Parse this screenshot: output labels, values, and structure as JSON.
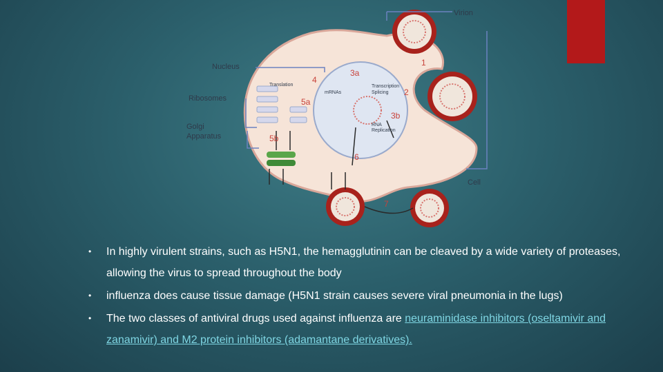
{
  "diagram": {
    "labels": {
      "virion": "Virion",
      "nucleus": "Nucleus",
      "ribosomes": "Ribosomes",
      "golgi_1": "Golgi",
      "golgi_2": "Apparatus",
      "cell": "Cell",
      "translation": "Translation",
      "mrnas": "mRNAs",
      "transcription": "Transcription",
      "splicing": "Splicing",
      "rna": "RNA",
      "replication": "Replication"
    },
    "steps": {
      "s1": "1",
      "s2": "2",
      "s3a": "3a",
      "s3b": "3b",
      "s4": "4",
      "s5a": "5a",
      "s5b": "5b",
      "s6": "6",
      "s7": "7"
    }
  },
  "bullets": [
    {
      "text": "In highly virulent strains, such as H5N1, the hemagglutinin can be cleaved by a wide variety of proteases, allowing the virus to spread throughout the body"
    },
    {
      "text": "influenza does cause tissue damage (H5N1 strain causes severe viral pneumonia in the lugs)"
    },
    {
      "text": "The two classes of antiviral drugs used against influenza are ",
      "link": "neuraminidase inhibitors (oseltamivir and zanamivir) and M2 protein inhibitors (adamantane derivatives)."
    }
  ],
  "bullet_glyph": "•",
  "colors": {
    "cell_fill": "#f6e4d8",
    "nucleus_fill": "#dfe6f2",
    "accent_red": "#b3191a",
    "link": "#7fd6e3"
  }
}
